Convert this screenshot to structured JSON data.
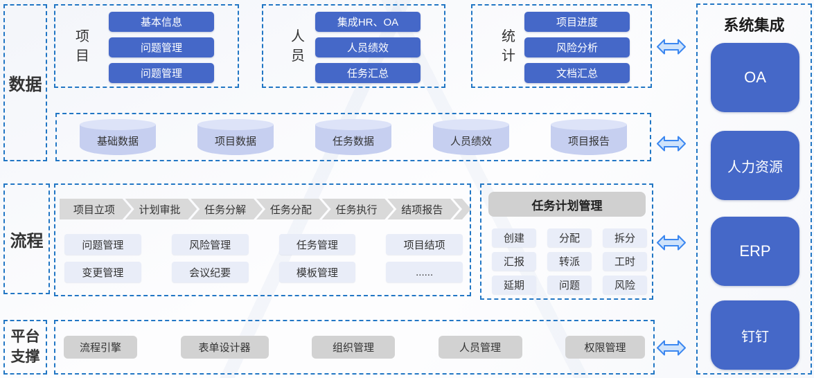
{
  "colors": {
    "accent_blue": "#4568c8",
    "dashed_border": "#2176c4",
    "arrow_fill": "#cfe3fb",
    "arrow_stroke": "#3b87f0",
    "cylinder_fill": "#c6cff0",
    "light_module_fill": "#e9edf8",
    "gray_module_fill": "#d2d2d2",
    "flow_strip_fill": "#d9d9d9"
  },
  "sections": {
    "data": {
      "label": "数据",
      "groups": [
        {
          "label": "项目",
          "items": [
            "基本信息",
            "问题管理",
            "问题管理"
          ]
        },
        {
          "label": "人员",
          "items": [
            "集成HR、OA",
            "人员绩效",
            "任务汇总"
          ]
        },
        {
          "label": "统计",
          "items": [
            "项目进度",
            "风险分析",
            "文档汇总"
          ]
        }
      ],
      "databases": [
        "基础数据",
        "项目数据",
        "任务数据",
        "人员绩效",
        "项目报告"
      ]
    },
    "process": {
      "label": "流程",
      "flow_steps": [
        "项目立项",
        "计划审批",
        "任务分解",
        "任务分配",
        "任务执行",
        "结项报告"
      ],
      "modules": [
        [
          "问题管理",
          "风险管理",
          "任务管理",
          "项目结项"
        ],
        [
          "变更管理",
          "会议纪要",
          "模板管理",
          "......"
        ]
      ],
      "task_panel": {
        "title": "任务计划管理",
        "items": [
          "创建",
          "分配",
          "拆分",
          "汇报",
          "转派",
          "工时",
          "延期",
          "问题",
          "风险"
        ]
      }
    },
    "platform": {
      "label": "平台支撑",
      "items": [
        "流程引擎",
        "表单设计器",
        "组织管理",
        "人员管理",
        "权限管理"
      ]
    },
    "integration": {
      "title": "系统集成",
      "systems": [
        "OA",
        "人力资源",
        "ERP",
        "钉钉"
      ]
    }
  }
}
